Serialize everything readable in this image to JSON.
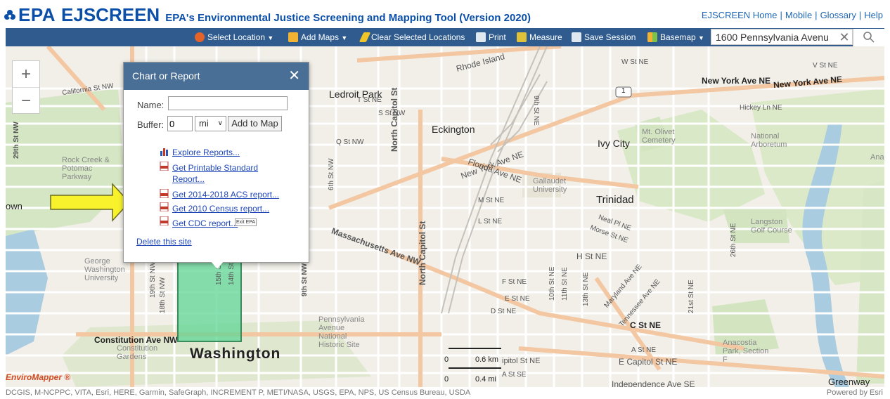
{
  "header": {
    "logo": "EPA",
    "product": "EJSCREEN",
    "subtitle": "EPA's Environmental Justice Screening and Mapping Tool (Version 2020)",
    "links": [
      "EJSCREEN Home",
      "Mobile",
      "Glossary",
      "Help"
    ],
    "separator": "|"
  },
  "toolbar": {
    "items": [
      {
        "label": "Select Location",
        "icon": "target-icon"
      },
      {
        "label": "Add Maps",
        "icon": "layers-icon"
      },
      {
        "label": "Clear Selected Locations",
        "icon": "eraser-icon"
      },
      {
        "label": "Print",
        "icon": "printer-icon"
      },
      {
        "label": "Measure",
        "icon": "ruler-icon"
      },
      {
        "label": "Save Session",
        "icon": "save-icon"
      },
      {
        "label": "Basemap",
        "icon": "grid-icon"
      }
    ],
    "dropdown_glyph": "▼"
  },
  "search": {
    "value": "1600 Pennsylvania Avenu",
    "clear_glyph": "✕"
  },
  "zoom": {
    "in": "+",
    "out": "−"
  },
  "popup": {
    "title": "Chart or Report",
    "close": "✕",
    "name_label": "Name:",
    "name_value": "",
    "buffer_label": "Buffer:",
    "buffer_value": "0",
    "unit_selected": "mi",
    "add_button": "Add to Map",
    "links": {
      "explore": "Explore Reports...",
      "printable_1": "Get Printable Standard",
      "printable_2": "Report...",
      "acs": "Get 2014-2018 ACS report...",
      "census": "Get 2010 Census report...",
      "cdc": "Get CDC report...",
      "exit": "Exit EPA"
    },
    "delete": "Delete this site"
  },
  "map_labels": {
    "ledroit": "Ledroit Park",
    "eckington": "Eckington",
    "ivy_city": "Ivy City",
    "trinidad": "Trinidad",
    "washington": "Washington",
    "north_capitol_1": "North Capitol St",
    "north_capitol_2": "North Capitol St",
    "ny_ave_1": "New York Ave NE",
    "ny_ave_2": "New York Ave NE",
    "ny_ave_3": "New York Ave NE",
    "rhode_island": "Rhode Island",
    "florida": "Florida Ave NE",
    "mass": "Massachusetts Ave NW",
    "gallaudet": "Gallaudet University",
    "mt_olivet": "Mt. Olivet Cemetery",
    "arboretum": "National Arboretum",
    "langston": "Langston Golf Course",
    "anacostia": "Anacostia Park, Section F",
    "rock_creek": "Rock Creek & Potomac Parkway",
    "gwu": "George Washington University",
    "pa_ave": "Pennsylvania Avenue National Historic Site",
    "constitution_ave": "Constitution Ave NW",
    "constitution_gardens": "Constitution Gardens",
    "c_st_ne": "C St NE",
    "h_st_ne": "H St NE",
    "e_capitol": "E Capitol St NE",
    "independence": "Independence Ave SE",
    "greenway": "Greenway",
    "hickey": "Hickey Ln NE",
    "v_st": "V St NE",
    "w_st": "W St NE",
    "t_st": "T St NE",
    "q_st": "Q St NW",
    "m_st": "M St NE",
    "l_st": "L St NE",
    "st_nw_1": "S St NW",
    "california": "California St NW",
    "sixth_st": "6th St NW",
    "ninth_st": "9th St NE",
    "twenty_ninth": "29th St NW",
    "nineteenth": "19th St NW",
    "eighteenth": "18th St NW",
    "fifteenth": "15th St NW",
    "fourteenth": "14th St NW",
    "ninth_nw": "9th St NW",
    "thirteenth_ne": "13th St NE",
    "eleventh_ne": "11th St NE",
    "tenth_ne": "10th St NE",
    "twentyfirst": "21st St NE",
    "twentysixth": "26th St NE",
    "tennessee": "Tennessee Ave NE",
    "maryland": "Maryland Ave NE",
    "morse": "Morse St NE",
    "neal": "Neal Pl NE",
    "route": "1",
    "own": "own",
    "ana": "Ana",
    "ipitol": "ipitol St NE",
    "a_st": "A St SE",
    "a_st_ne": "A St NE",
    "d_st": "D St NE",
    "e_st": "E St NE",
    "f_st": "F St NE"
  },
  "scale": {
    "km": "0.6 km",
    "mi": "0.4 mi",
    "zero_1": "0",
    "zero_2": "0"
  },
  "branding": "EnviroMapper ®",
  "footer": {
    "attribution": "DCGIS, M-NCPPC, VITA, Esri, HERE, Garmin, SafeGraph, INCREMENT P, METI/NASA, USGS, EPA, NPS, US Census Bureau, USDA",
    "esri": "Powered by Esri"
  },
  "colors": {
    "toolbar": "#2f5b8f",
    "popup_header": "#4a6f96",
    "selection_polygon": "#5fd694",
    "arrow": "#f7f22b",
    "link": "#1f47b8",
    "brand": "#0b4fa8"
  }
}
